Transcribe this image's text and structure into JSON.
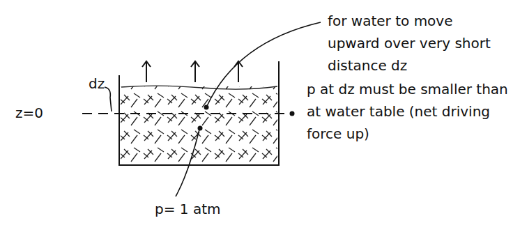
{
  "diagram": {
    "labels": [
      "z=0",
      "dz",
      "for water to move upward over very short distance dz",
      "p at dz must be smaller than at water table (net driving force up)",
      "p= 1 atm"
    ]
  }
}
